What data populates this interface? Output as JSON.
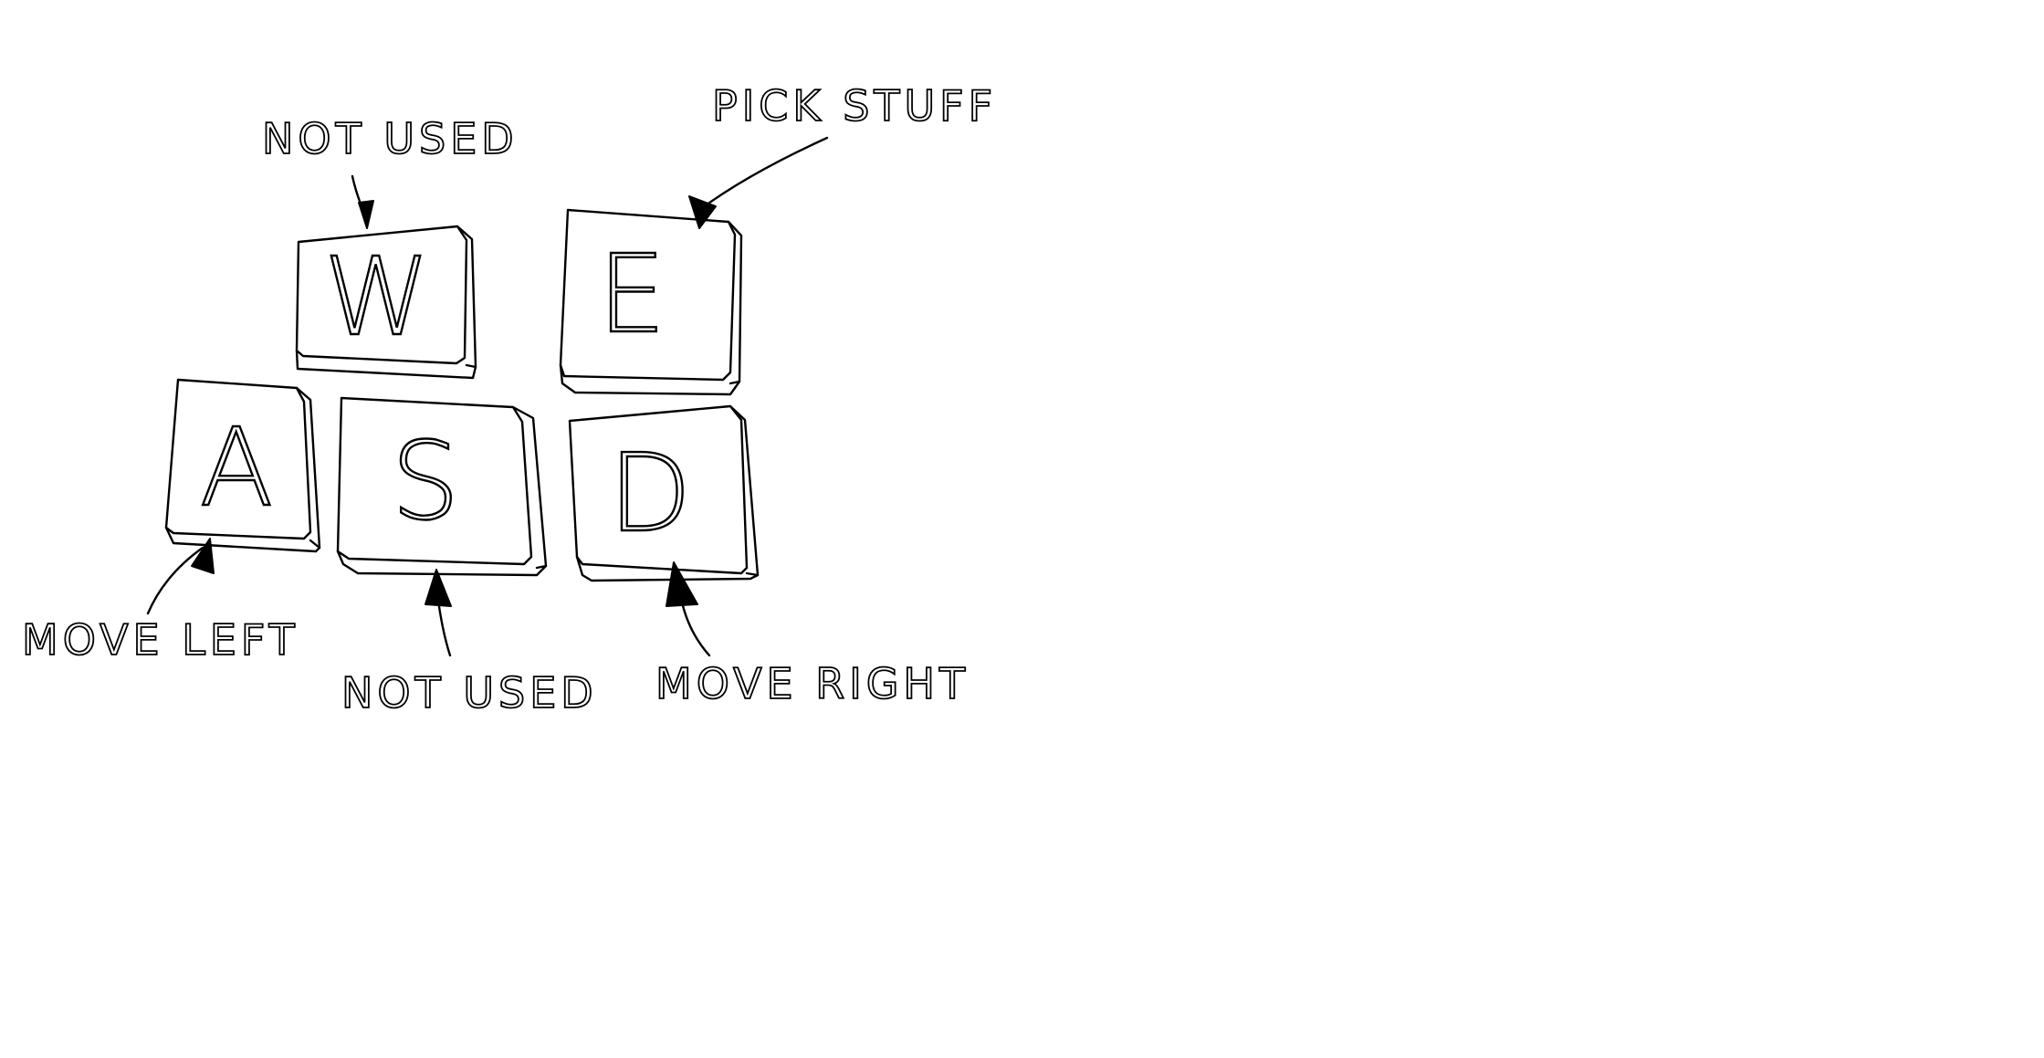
{
  "keys": {
    "w": {
      "letter": "W",
      "label": "NOT USED"
    },
    "e": {
      "letter": "E",
      "label": "PICK STUFF"
    },
    "a": {
      "letter": "A",
      "label": "MOVE LEFT"
    },
    "s": {
      "letter": "S",
      "label": "NOT USED"
    },
    "d": {
      "letter": "D",
      "label": "MOVE RIGHT"
    }
  }
}
